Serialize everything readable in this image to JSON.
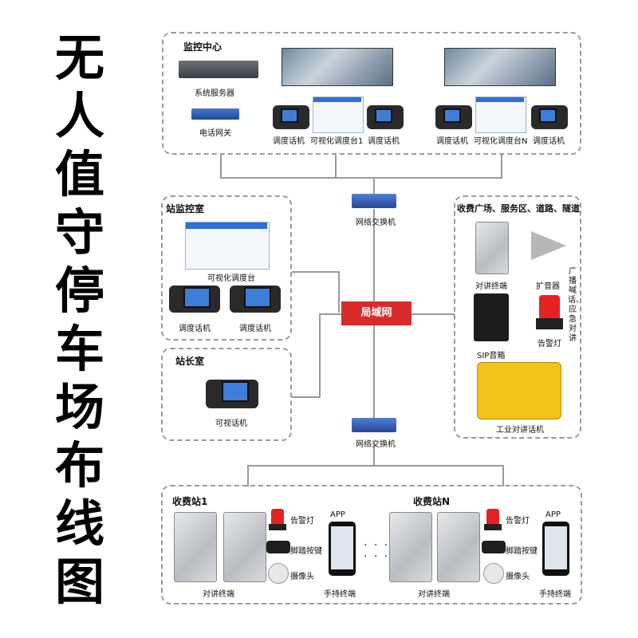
{
  "title_chars": [
    "无",
    "人",
    "值",
    "守",
    "停",
    "车",
    "场",
    "布",
    "线",
    "图"
  ],
  "colors": {
    "lan": "#d92b2b",
    "switch": "#2f5db8",
    "dashed_border": "#9a9a9a"
  },
  "monitor_center": {
    "title": "监控中心",
    "server_label": "系统服务器",
    "gateway_label": "电话网关",
    "group1": {
      "phone_left": "调度话机",
      "console": "可视化调度台1",
      "phone_right": "调度话机"
    },
    "group2": {
      "phone_left": "调度话机",
      "console": "可视化调度台N",
      "phone_right": "调度话机"
    }
  },
  "switch_top": {
    "label": "网络交换机"
  },
  "switch_bottom": {
    "label": "网络交换机"
  },
  "lan": {
    "label": "局域网"
  },
  "station_monitor": {
    "title": "站监控室",
    "console_label": "可视化调度台",
    "phone1": "调度话机",
    "phone2": "调度话机"
  },
  "station_master": {
    "title": "站长室",
    "phone_label": "可视话机"
  },
  "toll_area": {
    "title": "收费广场、服务区、道路、隧道",
    "intercom": "对讲终端",
    "horn": "扩音器",
    "sip_speaker": "SIP音箱",
    "alarm_light": "告警灯",
    "industrial_phone": "工业对讲话机",
    "side_note": "广播喊话、应急对讲"
  },
  "toll_station1": {
    "title": "收费站1",
    "alarm_light": "告警灯",
    "foot_switch": "脚踏按键",
    "camera": "摄像头",
    "app": "APP",
    "intercom_terminal": "对讲终端",
    "handheld": "手持终端"
  },
  "toll_stationN": {
    "title": "收费站N",
    "alarm_light": "告警灯",
    "foot_switch": "脚踏按键",
    "camera": "摄像头",
    "app": "APP",
    "intercom_terminal": "对讲终端",
    "handheld": "手持终端"
  },
  "ellipsis": "·  ·  ·\n·  ·  ·"
}
